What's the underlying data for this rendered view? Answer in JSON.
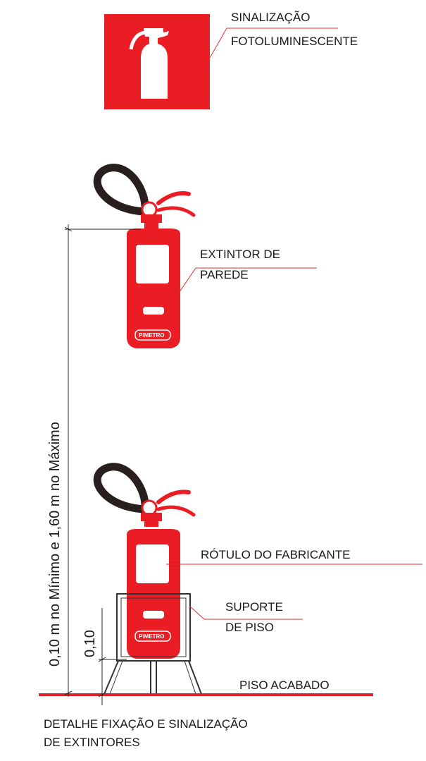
{
  "labels": {
    "sign_line1": "SINALIZAÇÃO",
    "sign_line2": "FOTOLUMINESCENTE",
    "wall_line1": "EXTINTOR DE",
    "wall_line2": "PAREDE",
    "manufacturer": "RÓTULO DO FABRICANTE",
    "stand_line1": "SUPORTE",
    "stand_line2": "DE PISO",
    "floor": "PISO ACABADO",
    "height_dim": "0,10 m no Mínimo e 1,60 m no Máximo",
    "small_dim": "0,10",
    "brand_top": "PIMETRO",
    "brand_bottom": "PIMETRO",
    "caption_line1": "DETALHE FIXAÇÃO E SINALIZAÇÃO",
    "caption_line2": "DE EXTINTORES"
  },
  "colors": {
    "extinguisher_red": "#ea1c24",
    "hose_dark": "#2a1f1f",
    "floor_line": "#e0202a"
  },
  "icons": {
    "sign": "fire-extinguisher-sign-icon"
  }
}
